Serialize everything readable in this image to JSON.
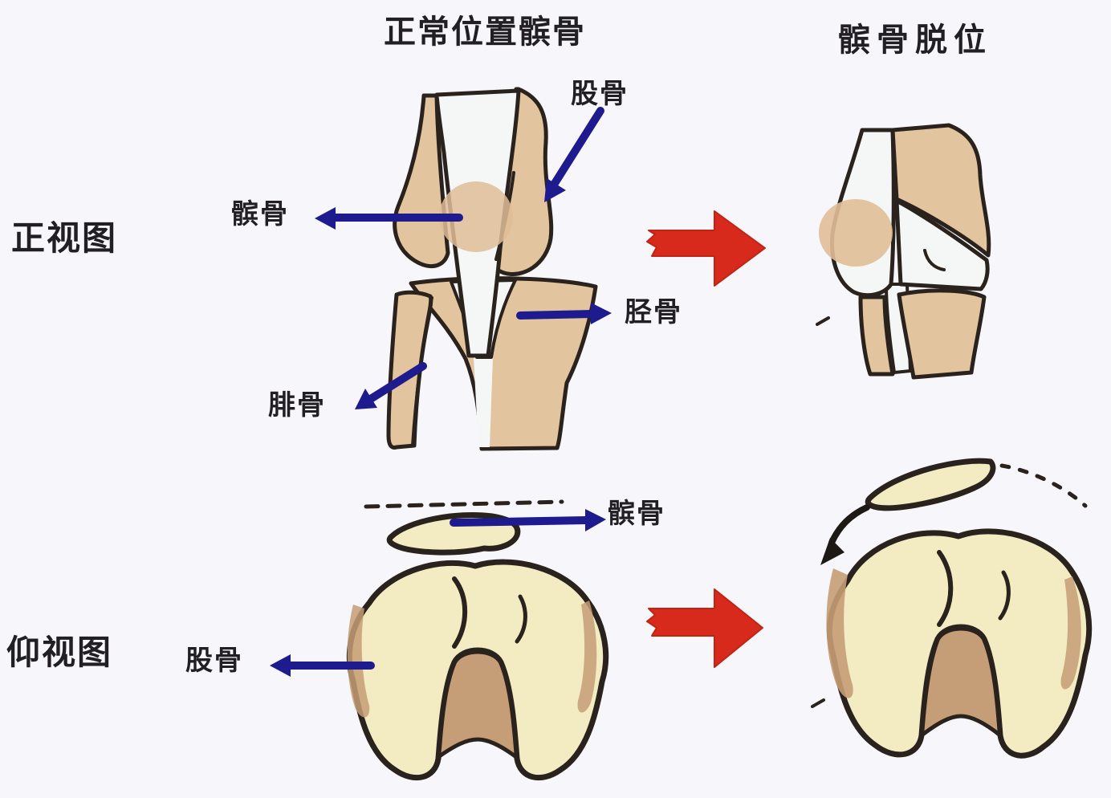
{
  "titles": {
    "normal_position": "正常位置髌骨",
    "dislocation": "髌骨脱位"
  },
  "view_labels": {
    "front_view": "正视图",
    "bottom_view": "仰视图"
  },
  "front_view_annotations": {
    "femur": "股骨",
    "patella": "髌骨",
    "tibia": "胫骨",
    "fibula": "腓骨"
  },
  "bottom_view_annotations": {
    "patella": "髌骨",
    "femur": "股骨"
  },
  "icons": {
    "transition_arrow_top": "red-right-block-arrow",
    "transition_arrow_bottom": "red-right-block-arrow",
    "dislocation_direction_arrow": "black-curved-arrow-down-left",
    "patella_alignment_line": "dashed-line",
    "dislocation_path_line": "dashed-curve"
  },
  "colors": {
    "background": "#f7f6fa",
    "bone_tan": "#e2c49e",
    "bone_pale_yellow": "#f3ecc3",
    "bone_white": "#f4f7f5",
    "notch_tan": "#c59d76",
    "outline": "#2a221d",
    "annotation_arrow_blue": "#1e1b8f",
    "transition_arrow_red": "#d8291d",
    "text": "#211f24"
  }
}
